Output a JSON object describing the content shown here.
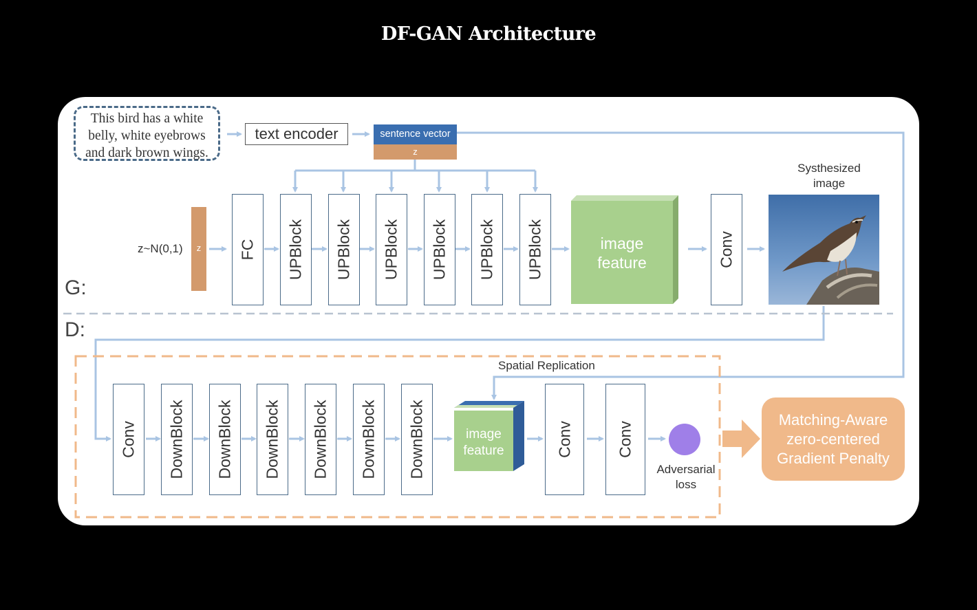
{
  "title": "DF-GAN Architecture",
  "text_prompt": {
    "line1": "This bird has a white",
    "line2": "belly, white eyebrows",
    "line3": "and dark brown wings."
  },
  "text_encoder": "text encoder",
  "sentence_vector": {
    "label": "sentence vector",
    "z": "z"
  },
  "generator": {
    "label": "G:",
    "noise": "z~N(0,1)",
    "z_label": "z",
    "fc": "FC",
    "blocks": [
      "UPBlock",
      "UPBlock",
      "UPBlock",
      "UPBlock",
      "UPBlock",
      "UPBlock"
    ],
    "feature_line1": "image",
    "feature_line2": "feature",
    "conv": "Conv",
    "output_line1": "Systhesized",
    "output_line2": "image"
  },
  "discriminator": {
    "label": "D:",
    "conv_in": "Conv",
    "blocks": [
      "DownBlock",
      "DownBlock",
      "DownBlock",
      "DownBlock",
      "DownBlock",
      "DownBlock"
    ],
    "spatial_replication": "Spatial Replication",
    "feature_line1": "image",
    "feature_line2": "feature",
    "conv1": "Conv",
    "conv2": "Conv",
    "loss_line1": "Adversarial",
    "loss_line2": "loss"
  },
  "penalty": {
    "line1": "Matching-Aware",
    "line2": "zero-centered",
    "line3": "Gradient Penalty"
  },
  "colors": {
    "arrow": "#a9c4e3",
    "sentence_blue": "#3a6eb0",
    "z_orange": "#d39a6c",
    "feature_green": "#a8d08d",
    "feature_blue": "#3a6eb0",
    "penalty_orange": "#f0b98a",
    "loss_purple": "#9f7fe8",
    "dash_orange": "#f0b98a"
  }
}
